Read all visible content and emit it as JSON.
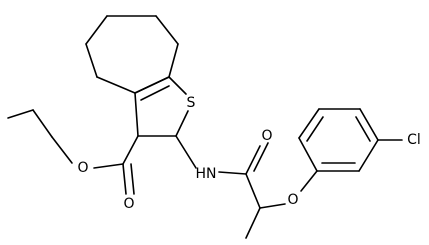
{
  "molecule": {
    "atoms": {
      "sulfur": "S",
      "amide_nitrogen": "HN",
      "amide_oxygen": "O",
      "ether_oxygen": "O",
      "ester_carbonyl_oxygen": "O",
      "ester_oxygen": "O",
      "chlorine": "Cl"
    }
  }
}
